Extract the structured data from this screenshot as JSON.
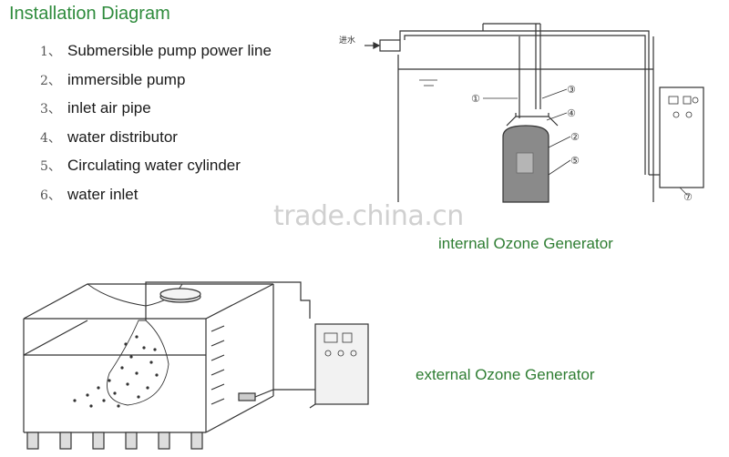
{
  "title": "Installation Diagram",
  "legend": [
    {
      "num": "1、",
      "label": "Submersible pump power line"
    },
    {
      "num": "2、",
      "label": "immersible pump"
    },
    {
      "num": "3、",
      "label": "inlet air pipe"
    },
    {
      "num": "4、",
      "label": "water distributor"
    },
    {
      "num": "5、",
      "label": "Circulating water cylinder"
    },
    {
      "num": "6、",
      "label": "water inlet"
    }
  ],
  "inlet_label": "进水",
  "callouts": [
    "①",
    "②",
    "③",
    "④",
    "⑤",
    "⑦"
  ],
  "captions": {
    "internal": "internal Ozone Generator",
    "external": "external Ozone Generator"
  },
  "watermark": "trade.china.cn",
  "colors": {
    "title": "#2e8b3c",
    "caption": "#2e7d32",
    "line": "#333333"
  }
}
